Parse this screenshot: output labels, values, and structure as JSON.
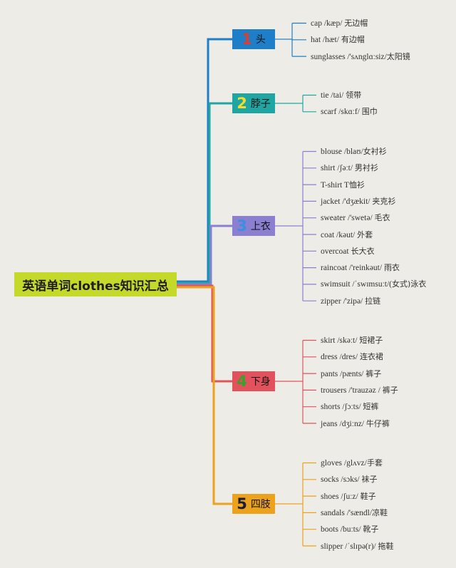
{
  "root": {
    "label": "英语单词clothes知识汇总",
    "color": "#c5d92a"
  },
  "branches": [
    {
      "number": "1",
      "label": "头",
      "color": "#1e7ec8",
      "number_color": "#e23c2c",
      "items": [
        {
          "en": "cap /kæp/ ",
          "zh": "无边帽"
        },
        {
          "en": "hat /hæt/ ",
          "zh": "有边帽"
        },
        {
          "en": "sunglasses /'sʌnglɑːsiz/",
          "zh": "太阳镜"
        }
      ]
    },
    {
      "number": "2",
      "label": "脖子",
      "color": "#1fa6a3",
      "number_color": "#f2dd2c",
      "items": [
        {
          "en": "tie /tai/ ",
          "zh": "领带"
        },
        {
          "en": "scarf /skɑːf/ ",
          "zh": "围巾"
        }
      ]
    },
    {
      "number": "3",
      "label": "上衣",
      "color": "#8a7fd0",
      "number_color": "#3a8fe0",
      "items": [
        {
          "en": "blouse /blaʊ/",
          "zh": "女衬衫"
        },
        {
          "en": "shirt /ʃəːt/ ",
          "zh": "男衬衫"
        },
        {
          "en": "T-shirt T",
          "zh": "恤衫"
        },
        {
          "en": "jacket /'dʒækit/ ",
          "zh": "夹克衫"
        },
        {
          "en": "sweater /'swetə/ ",
          "zh": "毛衣"
        },
        {
          "en": "coat /kəut/ ",
          "zh": "外套"
        },
        {
          "en": "overcoat ",
          "zh": "长大衣"
        },
        {
          "en": "raincoat /'reinkəut/ ",
          "zh": "雨衣"
        },
        {
          "en": "swimsuit /ˈswɪmsuːt/(",
          "zh": "女式)泳衣"
        },
        {
          "en": "zipper /'zipə/ ",
          "zh": "拉链"
        }
      ]
    },
    {
      "number": "4",
      "label": "下身",
      "color": "#e2525d",
      "number_color": "#3aa12e",
      "items": [
        {
          "en": "skirt /skəːt/ ",
          "zh": "短裙子"
        },
        {
          "en": "dress /dres/ ",
          "zh": "连衣裙"
        },
        {
          "en": "pants /pænts/ ",
          "zh": "裤子"
        },
        {
          "en": "trousers /'trauzəz / ",
          "zh": "裤子"
        },
        {
          "en": "shorts /ʃɔːts/ ",
          "zh": "短裤"
        },
        {
          "en": "jeans /dʒiːnz/ ",
          "zh": "牛仔裤"
        }
      ]
    },
    {
      "number": "5",
      "label": "四肢",
      "color": "#eca21c",
      "number_color": "#1d1d3a",
      "items": [
        {
          "en": "gloves /glʌvz/",
          "zh": "手套"
        },
        {
          "en": "socks /sɔks/ ",
          "zh": "袜子"
        },
        {
          "en": "shoes /ʃuːz/ ",
          "zh": "鞋子"
        },
        {
          "en": "sandals /'sændl/",
          "zh": "凉鞋"
        },
        {
          "en": "boots /buːts/ ",
          "zh": "靴子"
        },
        {
          "en": "slipper /ˈslɪpə(r)/ ",
          "zh": "拖鞋"
        }
      ]
    }
  ]
}
